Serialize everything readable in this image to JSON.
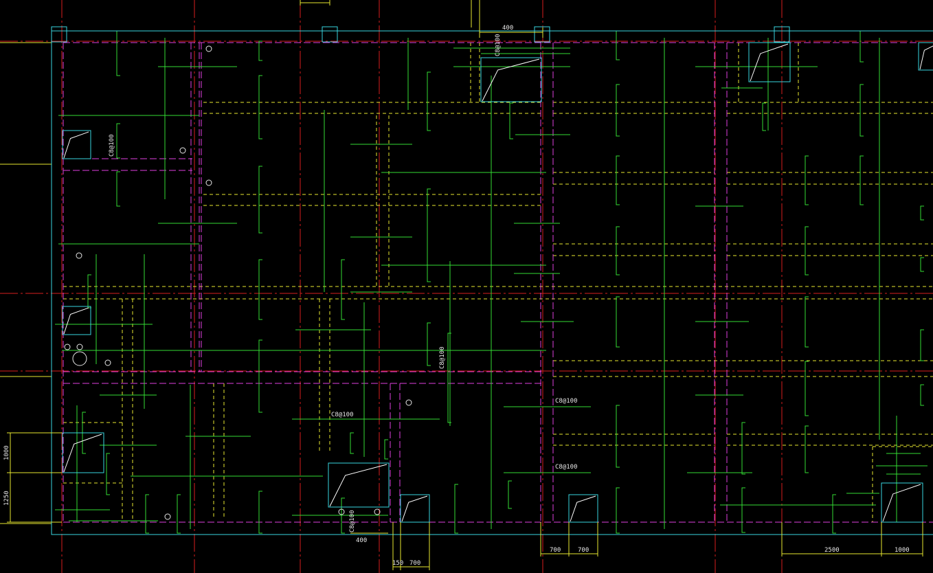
{
  "drawing": {
    "colors": {
      "background": "#000000",
      "axis": "#d81e1e",
      "wall": "#39d6e0",
      "beam": "#e040e0",
      "rebar": "#33dd33",
      "hidden": "#e8e830",
      "dimension": "#e8e830",
      "text": "#e8e8e8"
    },
    "rebar_labels": [
      "C8@100",
      "C8@100",
      "C8@100",
      "C8@100",
      "C8@100",
      "C8@100",
      "C8@100"
    ],
    "dimensions": {
      "top_400": "400",
      "bottom_400": "400",
      "left_1000": "1000",
      "left_1250": "1250",
      "b150": "150",
      "b700a": "700",
      "b700b": "700",
      "b700c": "700",
      "b2500": "2500",
      "b1000": "1000"
    }
  }
}
